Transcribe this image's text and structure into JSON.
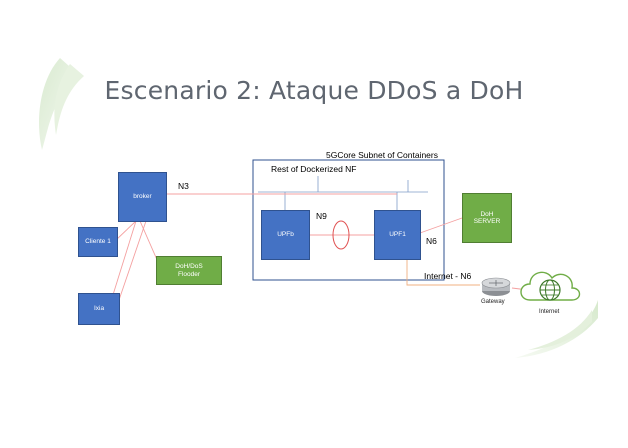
{
  "title": "Escenario 2: Ataque DDoS a DoH",
  "subnet": {
    "caption": "5GCore Subnet of Containers",
    "inner_label": "Rest of Dockerized NF"
  },
  "nodes": {
    "broker": "broker",
    "cliente1": "Cliente 1",
    "flooder": "DoH/DoS Flooder",
    "ixia": "Ixia",
    "upfb": "UPFb",
    "upf1": "UPF1",
    "doh_server_line1": "DoH",
    "doh_server_line2": "SERVER",
    "gateway": "Gateway",
    "internet": "Internet"
  },
  "links": {
    "n3": "N3",
    "n9": "N9",
    "n6": "N6",
    "internet_n6": "Internet - N6"
  },
  "colors": {
    "node_blue": "#4472c4",
    "node_green": "#70ad47",
    "link_red": "#f4a0a0",
    "link_orange": "#f0b080",
    "subnet_border": "#2f528f",
    "title_gray": "#5f6670"
  },
  "icons": {
    "gateway": "router-icon",
    "internet": "globe-cloud-icon"
  }
}
